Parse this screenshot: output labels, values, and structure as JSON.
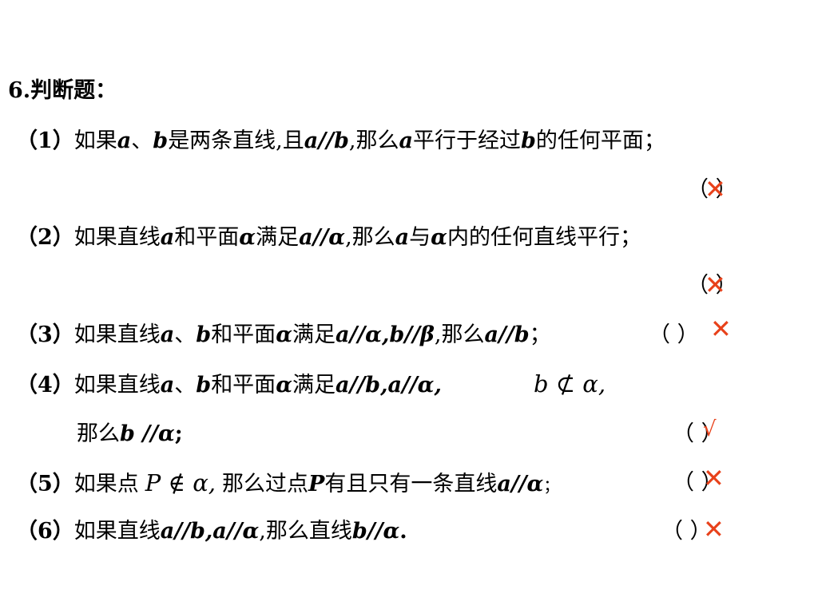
{
  "title": "6.判断题：",
  "items": [
    {
      "no": "（1）",
      "segments": [
        "如果",
        "a",
        "、",
        "b",
        "是两条直线,且",
        "a//b",
        ",那么",
        "a",
        "平行于经过",
        "b",
        "的任何平面；"
      ],
      "paren": "（ ）",
      "answer": "✕"
    },
    {
      "no": "（2）",
      "segments": [
        "如果直线",
        "a",
        "和平面",
        "α",
        "满足",
        "a//α",
        ",那么",
        "a",
        "与",
        "α",
        "内的任何直线平行；"
      ],
      "paren": "（ ）",
      "answer": "✕"
    },
    {
      "no": "（3）",
      "segments": [
        "如果直线",
        "a",
        "、",
        "b",
        "和平面",
        "α",
        "满足",
        "a//α,b//β",
        ",那么",
        "a//b",
        "；"
      ],
      "paren": "（ ）",
      "answer": "✕"
    },
    {
      "no": "（4）",
      "segments": [
        "如果直线",
        "a",
        "、",
        "b",
        "和平面",
        "α",
        "满足",
        "a//b,a//α,"
      ],
      "formula": "b ⊄ α,",
      "continuation": [
        "那么",
        "b //α",
        ";"
      ],
      "paren": "（ ）",
      "answer": "√"
    },
    {
      "no": "（5）",
      "segments": [
        "如果点"
      ],
      "formula": "P ∉ α,",
      "segments2": [
        "那么过点",
        "P",
        "有且只有一条直线",
        "a//α",
        "；"
      ],
      "paren": "（ ）",
      "answer": "✕"
    },
    {
      "no": "（6）",
      "segments": [
        "如果直线",
        "a//b,a//α",
        ",那么直线",
        "b//α",
        "."
      ],
      "paren": "（ ）",
      "answer": "✕"
    }
  ],
  "colors": {
    "text": "#000000",
    "mark": "#e8411a",
    "background": "#ffffff"
  }
}
